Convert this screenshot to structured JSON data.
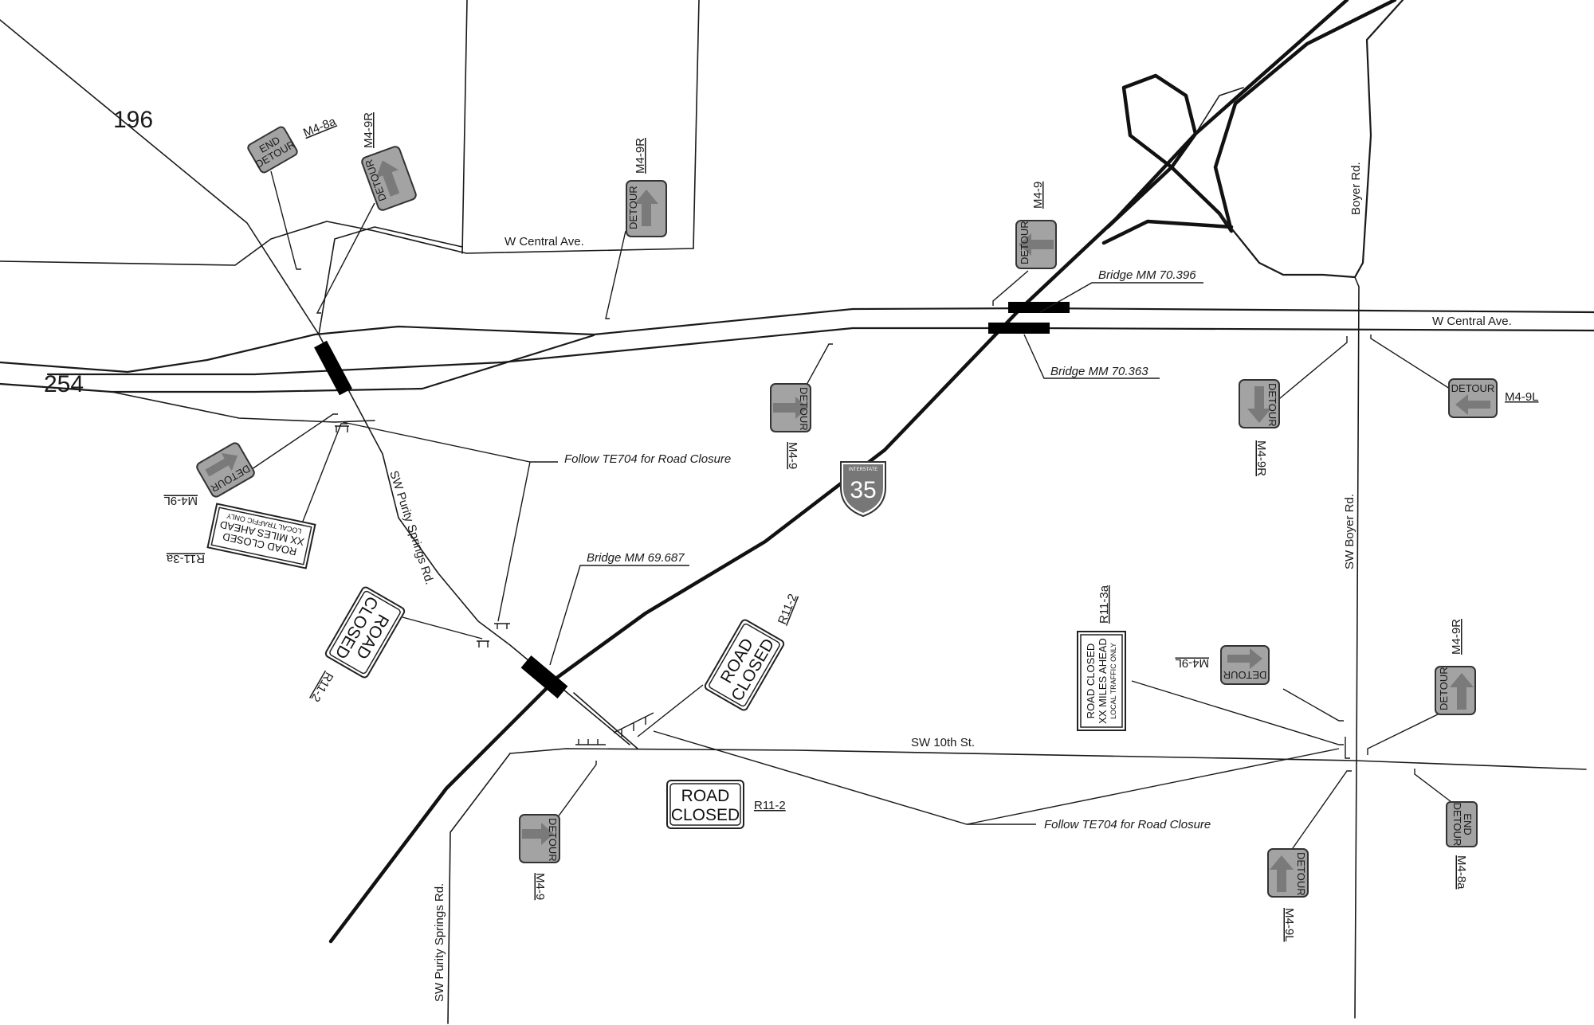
{
  "routes": {
    "r196": "196",
    "r254": "254"
  },
  "roads": {
    "w_central_upper": "W Central Ave.",
    "w_central_right": "W Central Ave.",
    "boyer": "Boyer Rd.",
    "sw_boyer": "SW Boyer Rd.",
    "sw_purity_upper": "SW Purity Springs Rd.",
    "sw_purity_lower": "SW Purity Springs Rd.",
    "sw_10th": "SW 10th St."
  },
  "bridges": {
    "b70396": "Bridge MM 70.396",
    "b70363": "Bridge MM 70.363",
    "b69687": "Bridge MM 69.687"
  },
  "notes": {
    "follow_upper": "Follow TE704 for Road Closure",
    "follow_lower": "Follow TE704 for Road Closure"
  },
  "interstate": {
    "top": "INTERSTATE",
    "number": "35"
  },
  "sign_text": {
    "detour": "DETOUR",
    "end": "END",
    "road": "ROAD",
    "closed": "CLOSED",
    "miles_ahead": "XX MILES AHEAD",
    "local_only": "LOCAL TRAFFIC ONLY"
  },
  "sign_codes": {
    "m48a_nw": "M4-8a",
    "m49r_nw": "M4-9R",
    "m49r_central": "M4-9R",
    "m49_ramp": "M4-9",
    "m49_center": "M4-9",
    "m49r_boyer": "M4-9R",
    "m49l_east": "M4-9L",
    "m49l_west": "M4-9L",
    "r113a_west": "R11-3a",
    "r112_west": "R11-2",
    "r112_mid": "R11-2",
    "r112_low": "R11-2",
    "r113a_east": "R11-3a",
    "m49l_east_top": "M4-9L",
    "m49r_se": "M4-9R",
    "m49_sw": "M4-9",
    "m49l_south": "M4-9L",
    "m48a_se": "M4-8a"
  }
}
